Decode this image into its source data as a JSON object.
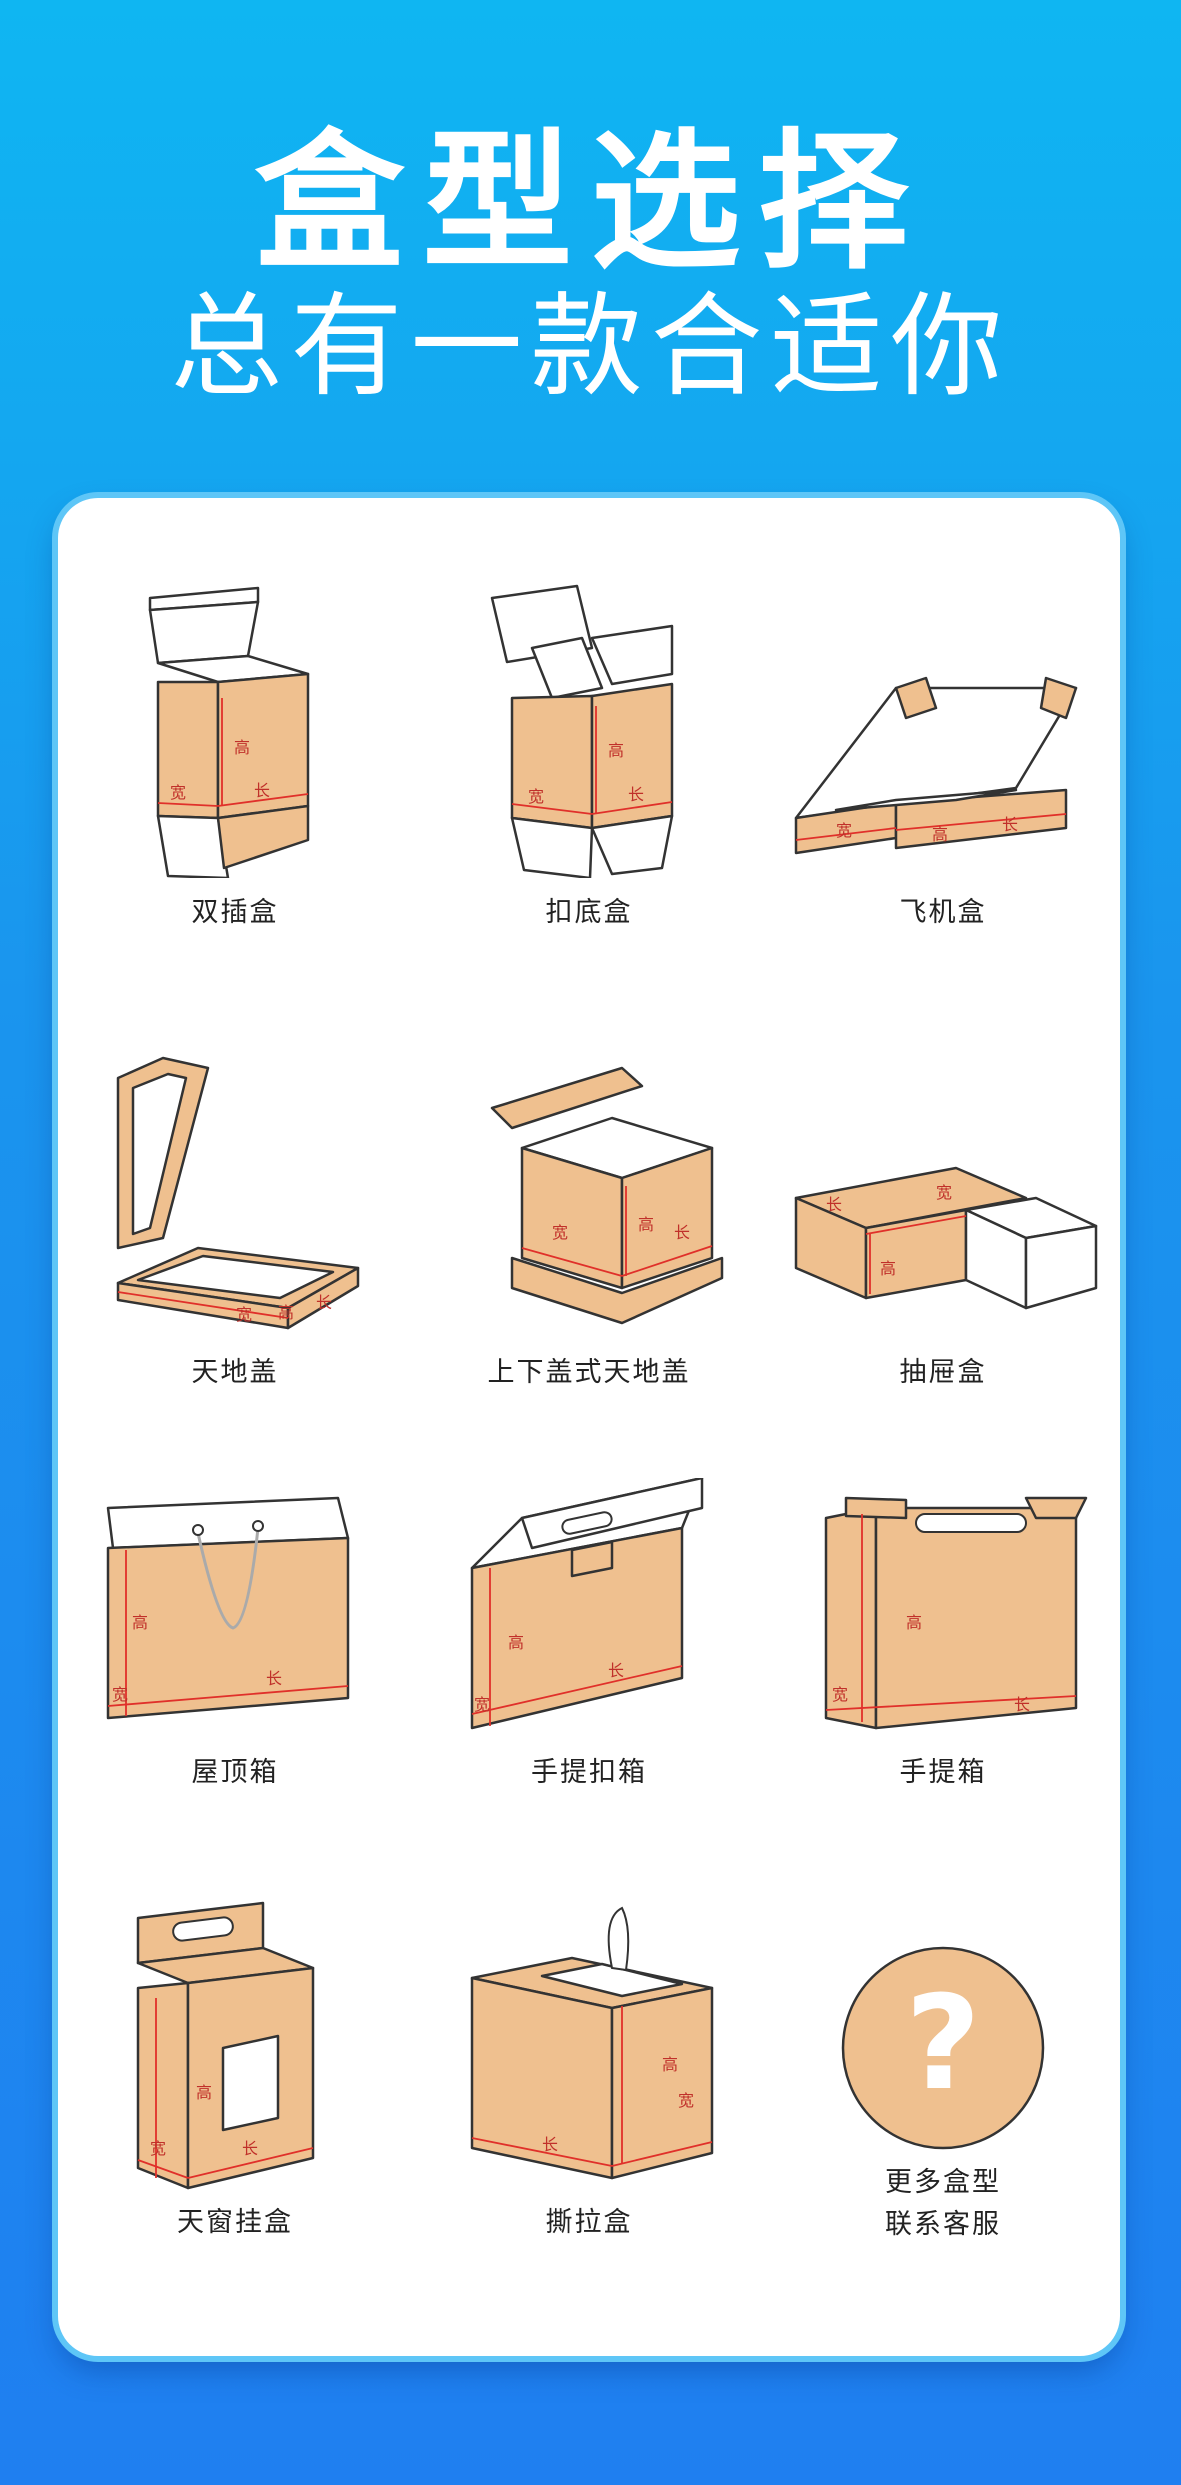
{
  "header": {
    "title": "盒型选择",
    "subtitle": "总有一款合适你"
  },
  "dimension_labels": {
    "height": "高",
    "width": "宽",
    "length": "长"
  },
  "items": [
    {
      "label": "双插盒"
    },
    {
      "label": "扣底盒"
    },
    {
      "label": "飞机盒"
    },
    {
      "label": "天地盖"
    },
    {
      "label": "上下盖式天地盖"
    },
    {
      "label": "抽屉盒"
    },
    {
      "label": "屋顶箱"
    },
    {
      "label": "手提扣箱"
    },
    {
      "label": "手提箱"
    },
    {
      "label": "天窗挂盒"
    },
    {
      "label": "撕拉盒"
    },
    {
      "label_line1": "更多盒型",
      "label_line2": "联系客服"
    }
  ],
  "more_icon": "?",
  "colors": {
    "background_top": "#0fb6f2",
    "background_bottom": "#1f7ff0",
    "kraft": "#efc08f",
    "dimension_red": "#e0302a",
    "question_circle": "#efc08f"
  }
}
